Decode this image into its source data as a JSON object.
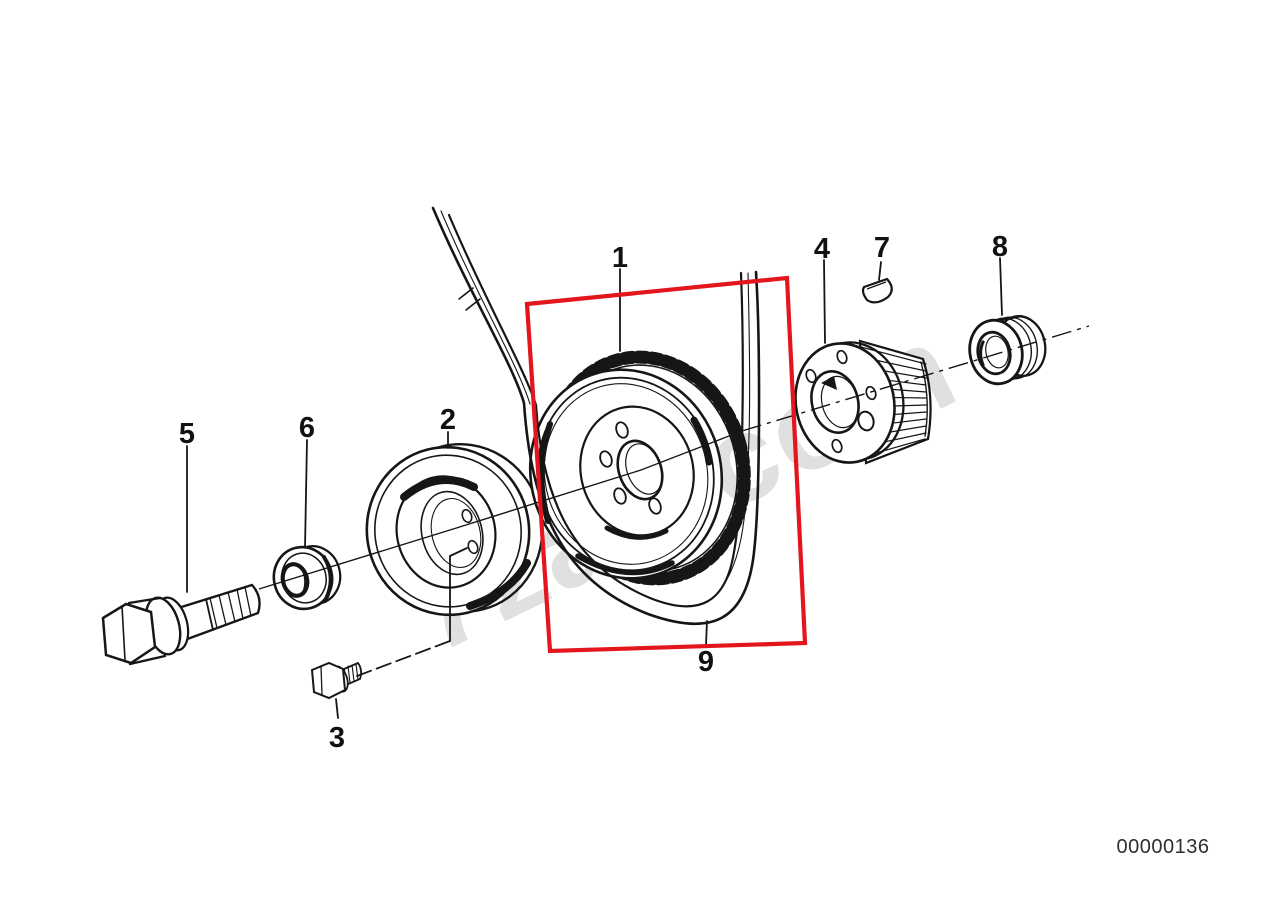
{
  "diagram": {
    "background": "#ffffff",
    "ink_color": "#161616",
    "watermark": "7zap.com",
    "doc_number": "00000136",
    "highlight": {
      "color": "#e2161c",
      "shape": "rectangle",
      "encloses_parts": [
        "1",
        "9"
      ]
    },
    "callouts": [
      {
        "label": "1"
      },
      {
        "label": "2"
      },
      {
        "label": "3"
      },
      {
        "label": "4"
      },
      {
        "label": "5"
      },
      {
        "label": "6"
      },
      {
        "label": "7"
      },
      {
        "label": "8"
      },
      {
        "label": "9"
      }
    ]
  }
}
